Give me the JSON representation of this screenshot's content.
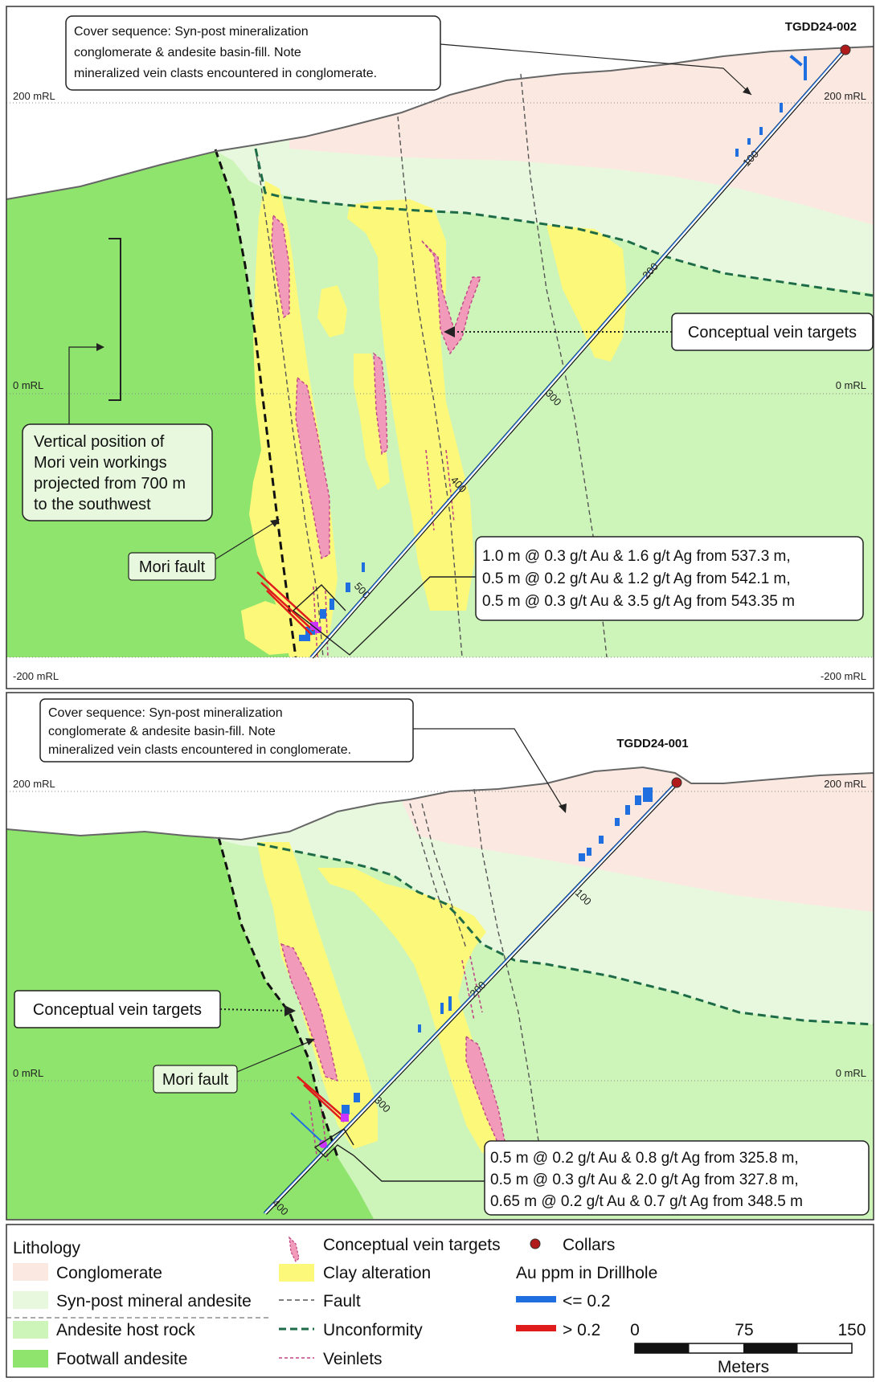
{
  "top_section": {
    "hole_id": "TGDD24-002",
    "rl_200_left": "200 mRL",
    "rl_200_right": "200 mRL",
    "rl_0_left": "0 mRL",
    "rl_0_right": "0 mRL",
    "rl_m200_left": "-200 mRL",
    "rl_m200_right": "-200 mRL",
    "cover_note": [
      "Cover sequence: Syn-post mineralization",
      "conglomerate & andesite basin-fill. Note",
      "mineralized vein clasts encountered in conglomerate."
    ],
    "vein_targets_label": "Conceptual vein targets",
    "mori_workings_note": [
      "Vertical position of",
      "Mori vein workings",
      "projected from 700 m",
      "to the southwest"
    ],
    "mori_fault_label": "Mori fault",
    "intercepts": [
      "1.0 m @ 0.3 g/t Au & 1.6 g/t Ag from 537.3 m,",
      "0.5 m @ 0.2 g/t Au & 1.2 g/t Ag from 542.1 m,",
      "0.5 m @ 0.3 g/t Au & 3.5 g/t Ag from 543.35 m"
    ],
    "depth_ticks": [
      "100",
      "200",
      "300",
      "400",
      "500"
    ]
  },
  "bottom_section": {
    "hole_id": "TGDD24-001",
    "rl_200_left": "200 mRL",
    "rl_200_right": "200 mRL",
    "rl_0_left": "0 mRL",
    "rl_0_right": "0 mRL",
    "cover_note": [
      "Cover sequence: Syn-post mineralization",
      "conglomerate & andesite basin-fill. Note",
      "mineralized vein clasts encountered in conglomerate."
    ],
    "vein_targets_label": "Conceptual vein targets",
    "mori_fault_label": "Mori fault",
    "intercepts": [
      "0.5 m @ 0.2 g/t Au & 0.8 g/t Ag from 325.8 m,",
      "0.5 m @ 0.3 g/t Au & 2.0 g/t Ag from 327.8 m,",
      "0.65 m @ 0.2 g/t Au & 0.7 g/t Ag from 348.5 m"
    ],
    "depth_ticks": [
      "100",
      "200",
      "300",
      "400"
    ]
  },
  "legend": {
    "lithology_title": "Lithology",
    "conglomerate": "Conglomerate",
    "syn_post_andesite": "Syn-post mineral andesite",
    "andesite_host": "Andesite host rock",
    "footwall_andesite": "Footwall andesite",
    "vein_targets": "Conceptual vein targets",
    "clay_alteration": "Clay alteration",
    "fault": "Fault",
    "unconformity": "Unconformity",
    "veinlets": "Veinlets",
    "collars": "Collars",
    "au_title": "Au ppm in Drillhole",
    "au_low": "<= 0.2",
    "au_high": "> 0.2",
    "scale_0": "0",
    "scale_75": "75",
    "scale_150": "150",
    "scale_unit": "Meters"
  },
  "colors": {
    "conglomerate": "#fbe9e1",
    "syn_post_andesite": "#e7f8de",
    "andesite_host": "#cdf5b9",
    "footwall_andesite": "#8fe46e",
    "clay": "#fcf87a",
    "vein": "#f29ab9",
    "unconformity": "#1e6b47",
    "au_low": "#1f6fe0",
    "au_high": "#e01b1b",
    "collar": "#b11a1a"
  }
}
